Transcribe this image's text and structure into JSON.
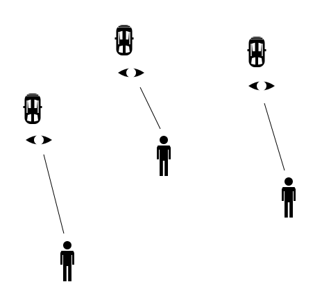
{
  "scene": {
    "background": "#ffffff",
    "ink": "#000000",
    "groups": [
      {
        "id": "left",
        "objects": [
          "car-icon",
          "eye-icon",
          "sight-line",
          "person-icon"
        ]
      },
      {
        "id": "middle",
        "objects": [
          "car-icon",
          "eye-icon",
          "sight-line",
          "person-icon"
        ]
      },
      {
        "id": "right",
        "objects": [
          "car-icon",
          "eye-icon",
          "sight-line",
          "person-icon"
        ]
      }
    ]
  }
}
